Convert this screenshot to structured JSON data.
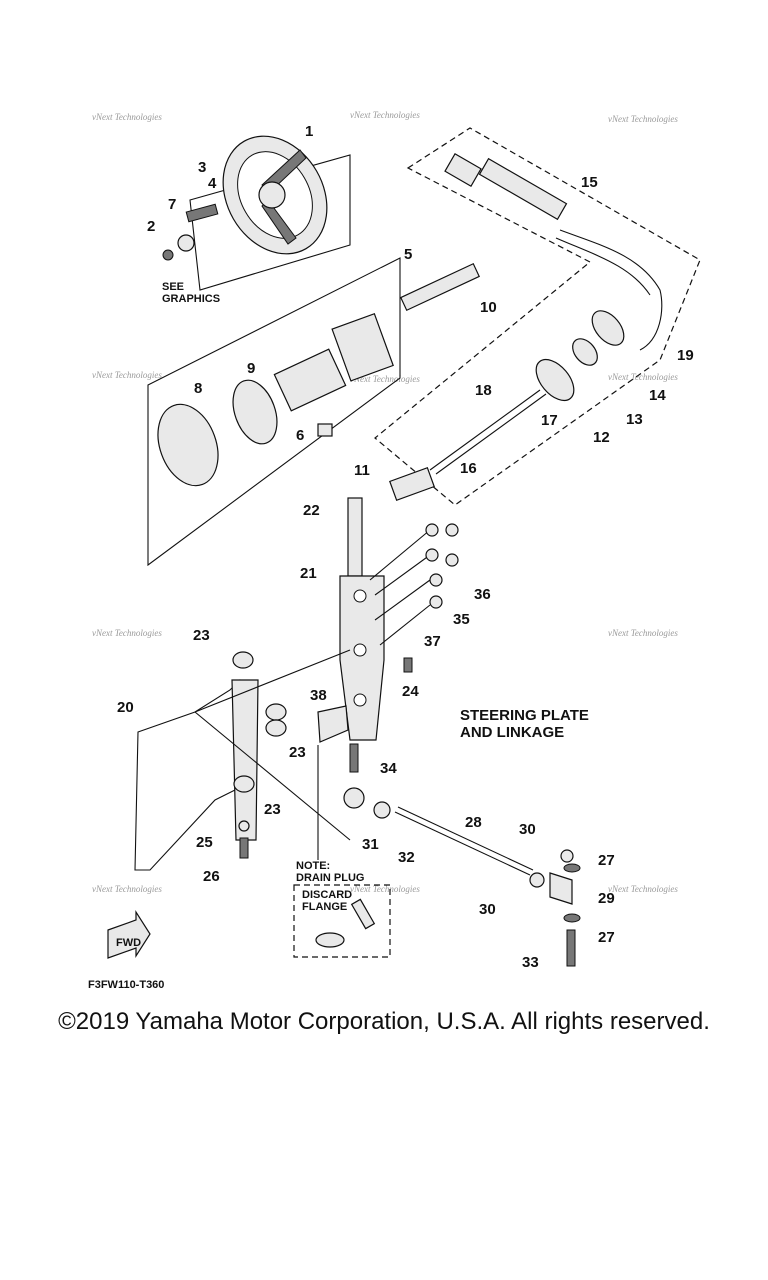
{
  "callouts": {
    "c1": "1",
    "c2": "2",
    "c3": "3",
    "c4": "4",
    "c5": "5",
    "c6": "6",
    "c7": "7",
    "c8": "8",
    "c9": "9",
    "c10": "10",
    "c11": "11",
    "c12": "12",
    "c13": "13",
    "c14": "14",
    "c15": "15",
    "c16": "16",
    "c17": "17",
    "c18": "18",
    "c19": "19",
    "c20": "20",
    "c21": "21",
    "c22": "22",
    "c23": "23",
    "c24": "24",
    "c25": "25",
    "c26": "26",
    "c27": "27",
    "c28": "28",
    "c29": "29",
    "c30": "30",
    "c31": "31",
    "c32": "32",
    "c33": "33",
    "c34": "34",
    "c35": "35",
    "c36": "36",
    "c37": "37",
    "c38": "38"
  },
  "labels": {
    "see": "SEE",
    "graphics": "GRAPHICS",
    "title_line1": "STEERING PLATE",
    "title_line2": "AND LINKAGE",
    "note": "NOTE:",
    "drain_plug": "DRAIN PLUG",
    "discard": "DISCARD",
    "flange": "FLANGE",
    "fwd": "FWD",
    "figure_code": "F3FW110-T360",
    "watermark": "vNext Technologies"
  },
  "copyright": "©2019 Yamaha Motor Corporation, U.S.A. All rights reserved."
}
